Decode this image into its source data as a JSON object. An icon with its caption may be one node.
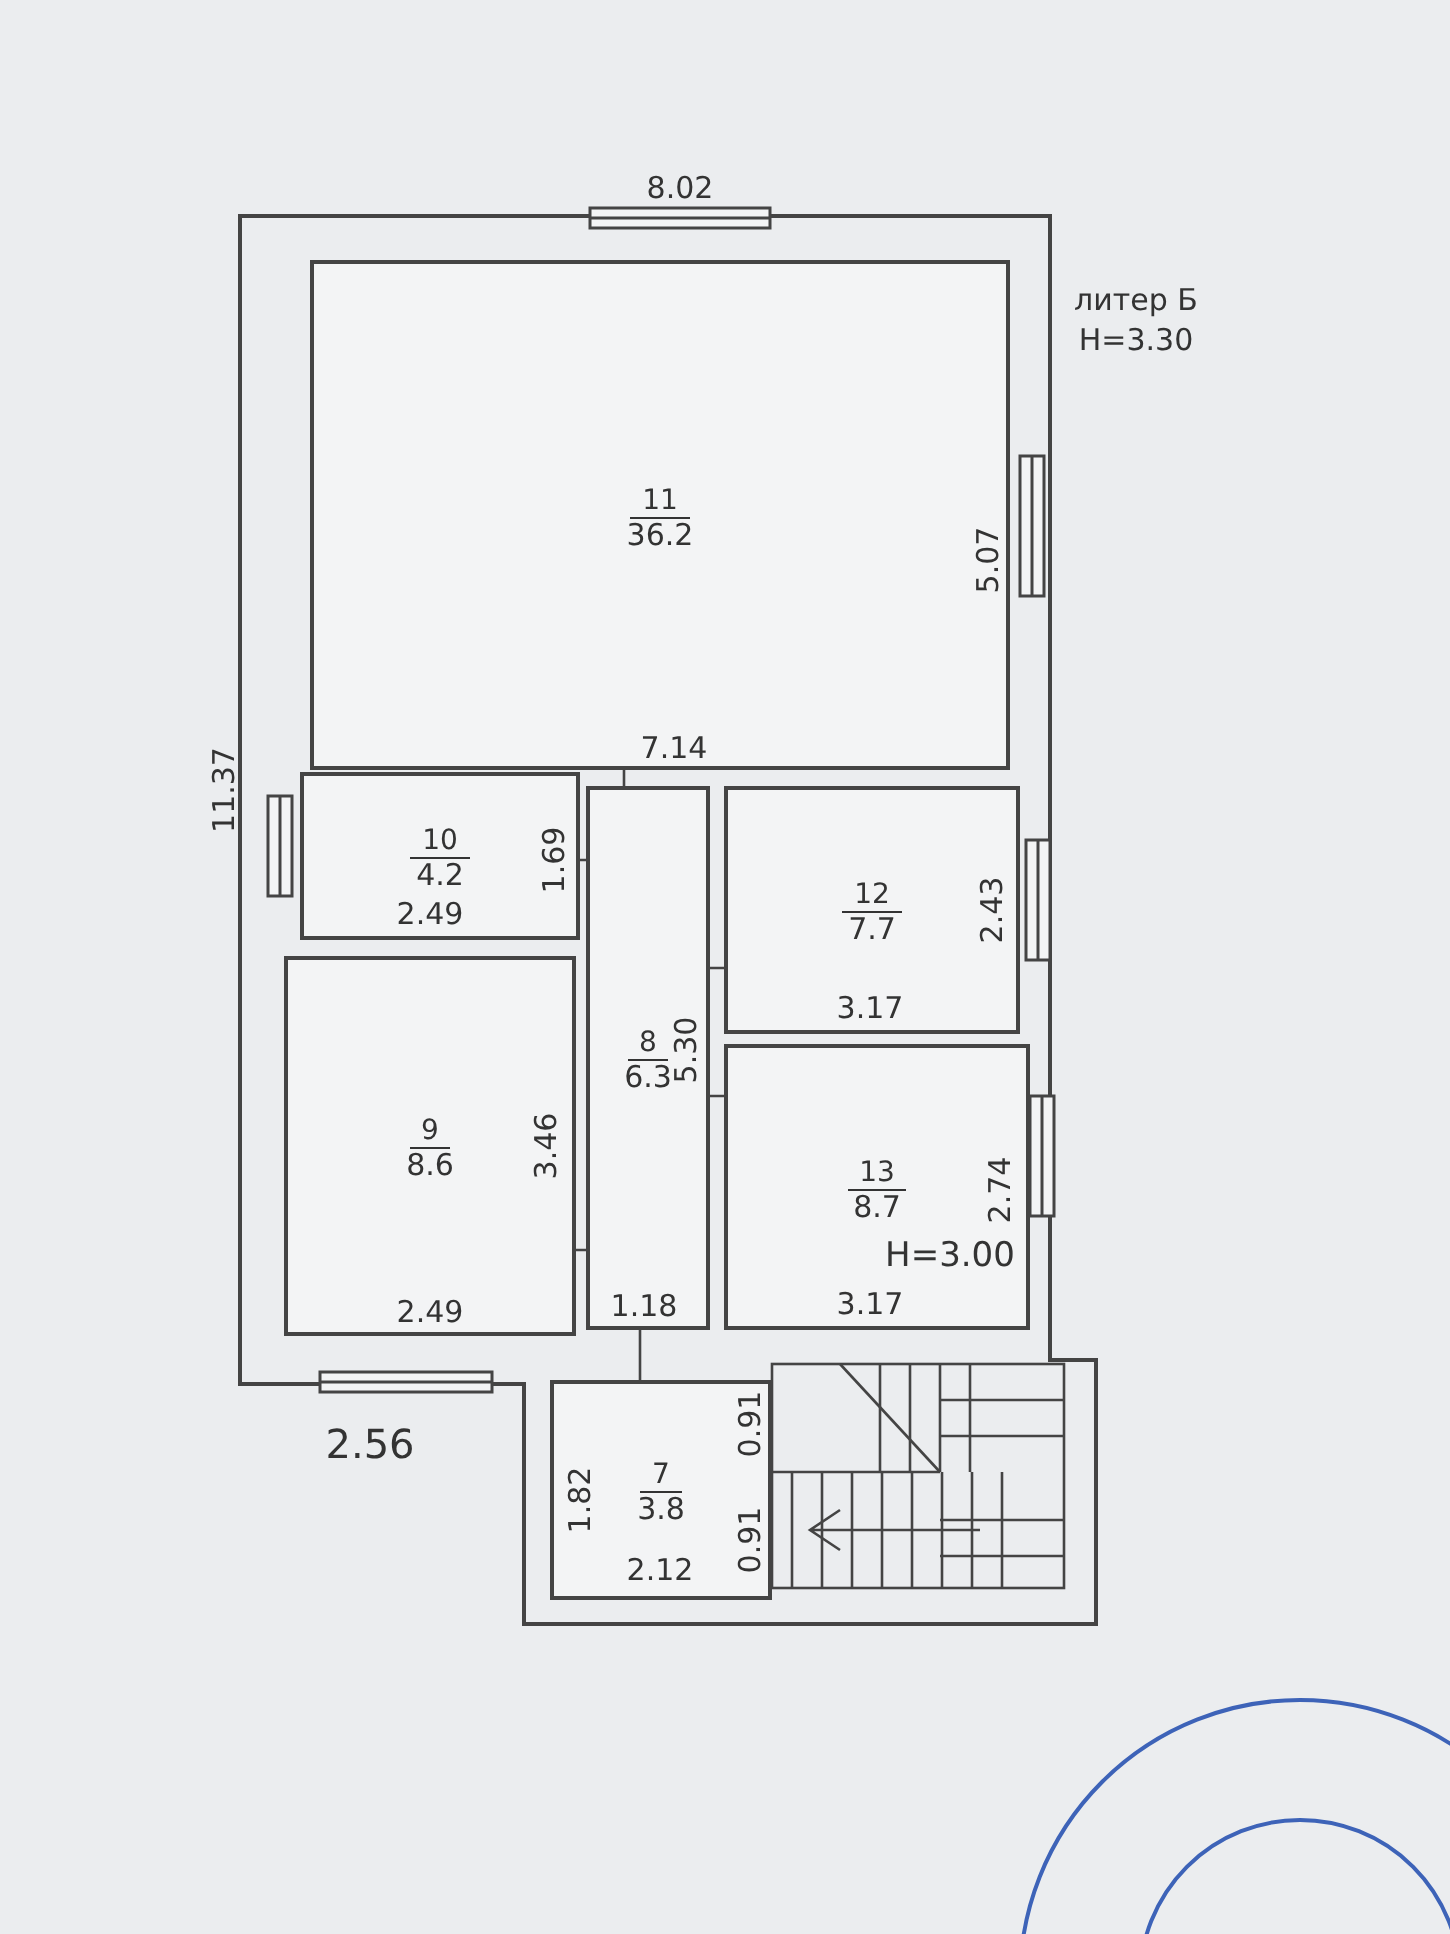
{
  "diagram": {
    "nodes": [
      {
        "text": [
          "11",
          "36.2"
        ]
      },
      {
        "text": [
          "10",
          "4.2"
        ]
      },
      {
        "text": [
          "8",
          "6.3"
        ]
      },
      {
        "text": [
          "12",
          "7.7"
        ]
      },
      {
        "text": [
          "9",
          "8.6"
        ]
      },
      {
        "text": [
          "13",
          "8.7"
        ]
      },
      {
        "text": [
          "7",
          "3.8"
        ]
      }
    ],
    "edges": [],
    "labels": [
      "8.02",
      "литер Б",
      "H=3.30",
      "5.07",
      "11.37",
      "7.14",
      "1.69",
      "2.49",
      "2.43",
      "5.30",
      "3.17",
      "3.46",
      "2.74",
      "H=3.00",
      "2.49",
      "1.18",
      "3.17",
      "2.56",
      "0.91",
      "1.82",
      "0.91",
      "2.12"
    ]
  }
}
